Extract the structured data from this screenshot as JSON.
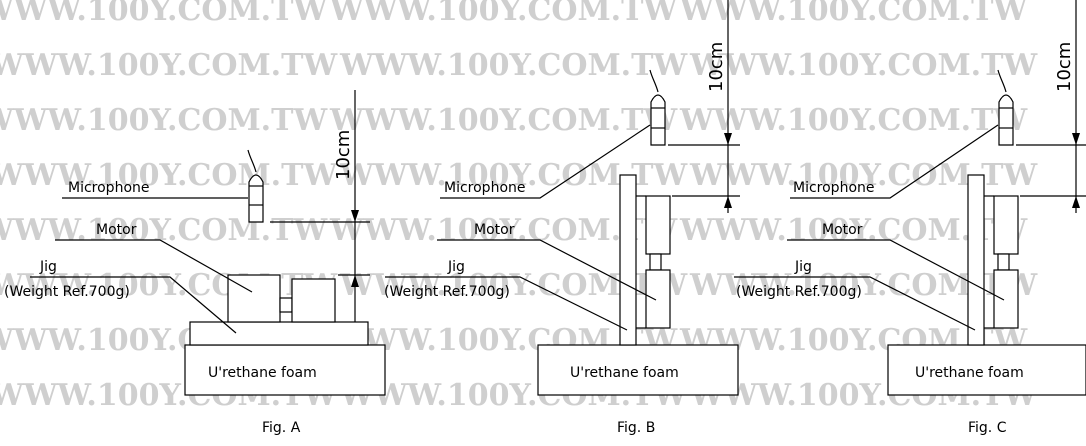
{
  "watermark": "WWW.100Y.COM.TW",
  "labels": {
    "microphone": "Microphone",
    "motor": "Motor",
    "jig": "Jig",
    "weight": "(Weight Ref.700g)",
    "foam": "U'rethane foam",
    "distance": "10cm"
  },
  "figures": [
    {
      "caption": "Fig. A"
    },
    {
      "caption": "Fig. B"
    },
    {
      "caption": "Fig. C"
    }
  ]
}
